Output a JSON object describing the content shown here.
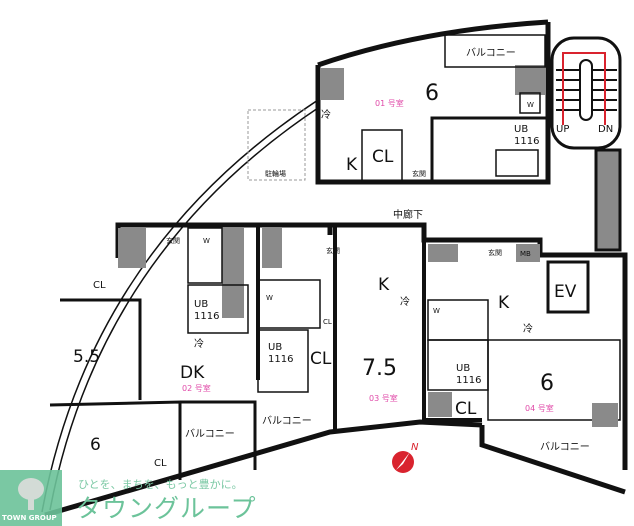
{
  "common": {
    "corridor": "中廊下",
    "bicycle_parking": "駐輪場",
    "stairs_up": "UP",
    "stairs_down": "DN",
    "elevator": "EV",
    "meter_box": "MB",
    "north": "N"
  },
  "units": [
    {
      "id": "01 号室",
      "main_room": "6",
      "kitchen": "K",
      "closet": "CL",
      "entrance": "玄関",
      "fridge": "冷",
      "bath": "UB",
      "bath_size": "1116",
      "washer": "W",
      "balcony": "バルコニー"
    },
    {
      "id": "02 号室",
      "main_room": "DK",
      "room_a": "5.5",
      "room_b": "6",
      "closet": "CL",
      "closet_b": "CL",
      "entrance": "玄関",
      "fridge": "冷",
      "bath": "UB",
      "bath_size": "1116",
      "washer": "W",
      "balcony": "バルコニー"
    },
    {
      "id": "03 号室",
      "main_room": "7.5",
      "kitchen": "K",
      "closet": "CL",
      "closet_b": "CL",
      "entrance": "玄関",
      "fridge": "冷",
      "bath": "UB",
      "bath_size": "1116",
      "washer": "W",
      "balcony": "バルコニー"
    },
    {
      "id": "04 号室",
      "main_room": "6",
      "kitchen": "K",
      "closet": "CL",
      "entrance": "玄関",
      "fridge": "冷",
      "bath": "UB",
      "bath_size": "1116",
      "washer": "W",
      "balcony": "バルコニー"
    }
  ],
  "logo": {
    "company_en": "TOWN GROUP",
    "tagline": "ひとを、まちを、もっと豊かに。",
    "brand": "タウングループ",
    "color": "#6cc39a"
  },
  "colors": {
    "wall": "#111111",
    "shaft": "#8a8a8a",
    "unit_id": "#e04aa8",
    "stairs": "#d9232e",
    "compass": "#d9232e"
  }
}
